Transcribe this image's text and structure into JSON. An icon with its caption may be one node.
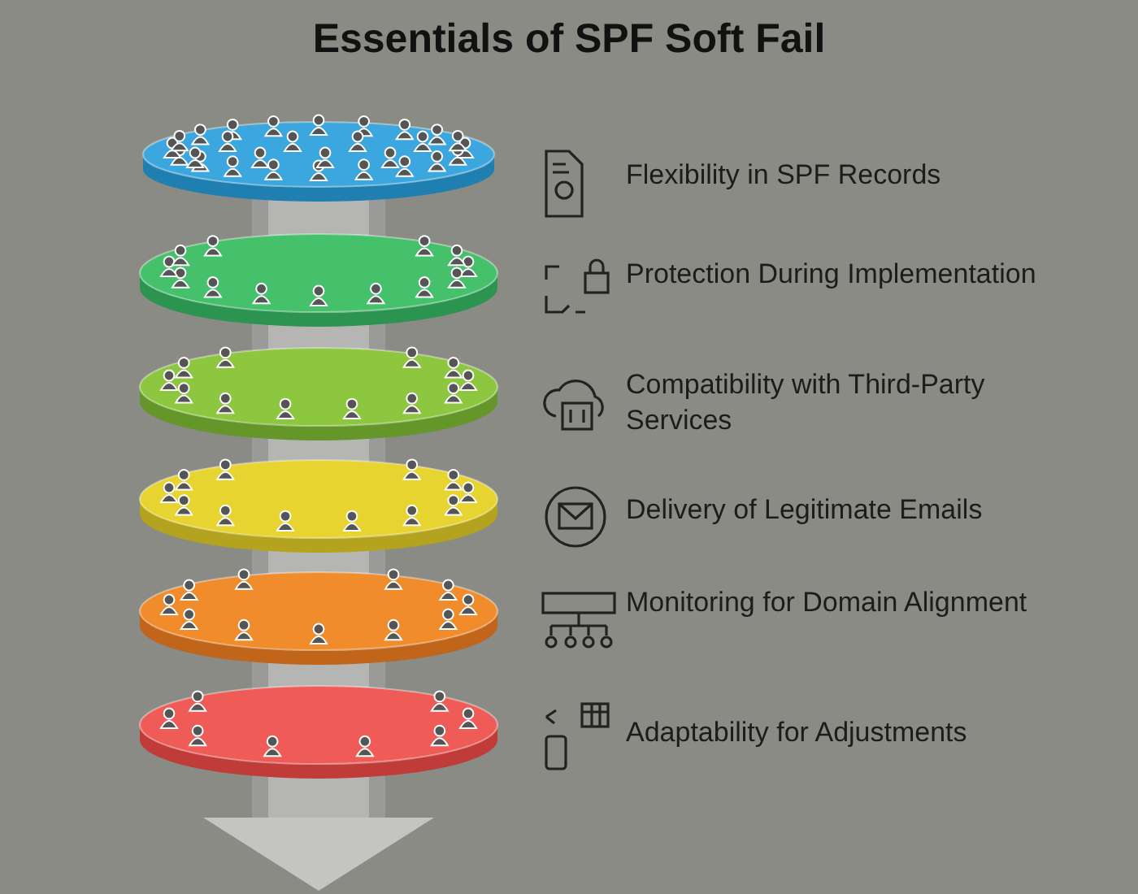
{
  "diagram": {
    "title": "Essentials of SPF Soft Fail",
    "labels": [
      "Flexibility in SPF Records",
      "Protection During Implementation",
      "Compatibility with Third-Party Services",
      "Delivery of Legitimate Emails",
      "Monitoring for Domain Alignment",
      "Adaptability for Adjustments"
    ]
  }
}
